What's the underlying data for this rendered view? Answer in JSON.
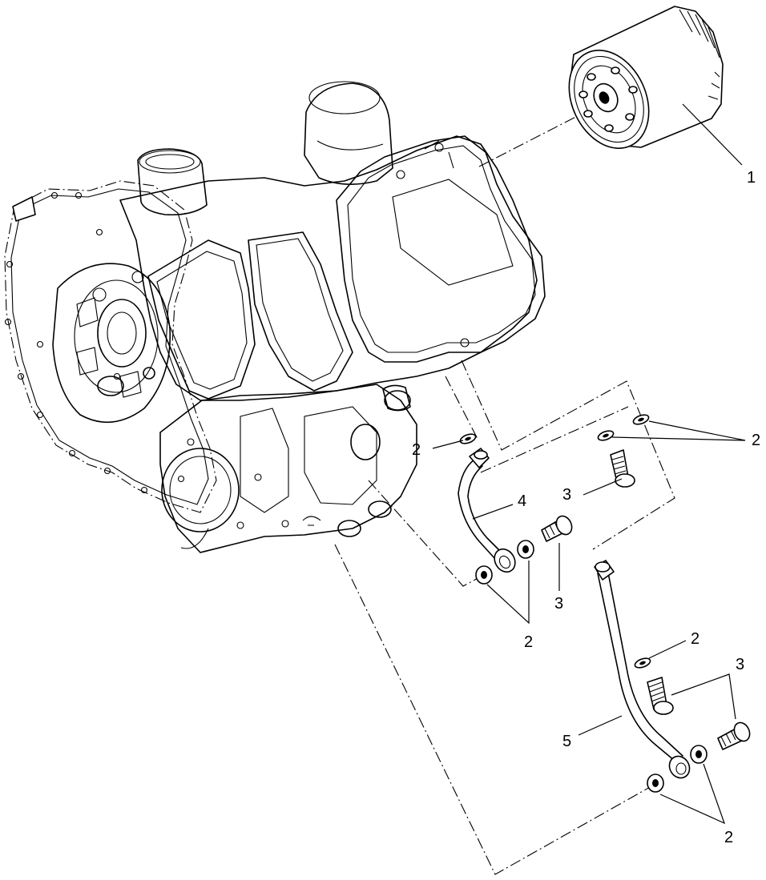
{
  "callouts": [
    {
      "id": "filter",
      "label": "1"
    },
    {
      "id": "washer-upper-left",
      "label": "2"
    },
    {
      "id": "washers-upper-right",
      "label": "2"
    },
    {
      "id": "bolt-upper",
      "label": "3"
    },
    {
      "id": "pipe-upper",
      "label": "4"
    },
    {
      "id": "bolt-middle",
      "label": "3"
    },
    {
      "id": "washers-middle",
      "label": "2"
    },
    {
      "id": "washer-lower-right",
      "label": "2"
    },
    {
      "id": "bolts-lower",
      "label": "3"
    },
    {
      "id": "pipe-lower",
      "label": "5"
    },
    {
      "id": "washers-bottom",
      "label": "2"
    }
  ]
}
